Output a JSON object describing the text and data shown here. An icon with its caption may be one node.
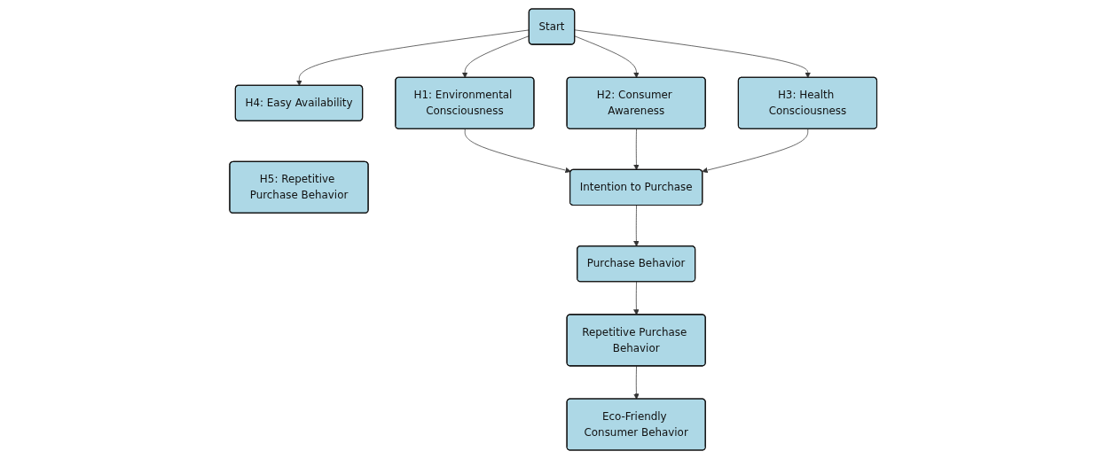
{
  "diagram": {
    "nodes": [
      {
        "text": [
          "Start"
        ]
      },
      {
        "text": [
          "H1: Environmental Consciousness"
        ]
      },
      {
        "text": [
          "H2: Consumer Awareness"
        ]
      },
      {
        "text": [
          "H3: Health Consciousness"
        ]
      },
      {
        "text": [
          "H4: Easy Availability"
        ]
      },
      {
        "text": [
          "H5: Repetitive Purchase Behavior"
        ]
      },
      {
        "text": [
          "Intention to Purchase"
        ]
      },
      {
        "text": [
          "Purchase Behavior"
        ]
      },
      {
        "text": [
          "Repetitive Purchase Behavior"
        ]
      },
      {
        "text": [
          "Eco-Friendly Consumer Behavior"
        ]
      }
    ],
    "edges": [
      {
        "from": 0,
        "to": 1,
        "arrow": "to"
      },
      {
        "from": 0,
        "to": 2,
        "arrow": "to"
      },
      {
        "from": 0,
        "to": 3,
        "arrow": "to"
      },
      {
        "from": 0,
        "to": 4,
        "arrow": "to"
      },
      {
        "from": 1,
        "to": 6,
        "arrow": "to"
      },
      {
        "from": 2,
        "to": 6,
        "arrow": "to"
      },
      {
        "from": 3,
        "to": 6,
        "arrow": "to"
      },
      {
        "from": 6,
        "to": 7,
        "arrow": "to"
      },
      {
        "from": 7,
        "to": 8,
        "arrow": "to"
      },
      {
        "from": 8,
        "to": 9,
        "arrow": "to"
      }
    ]
  }
}
